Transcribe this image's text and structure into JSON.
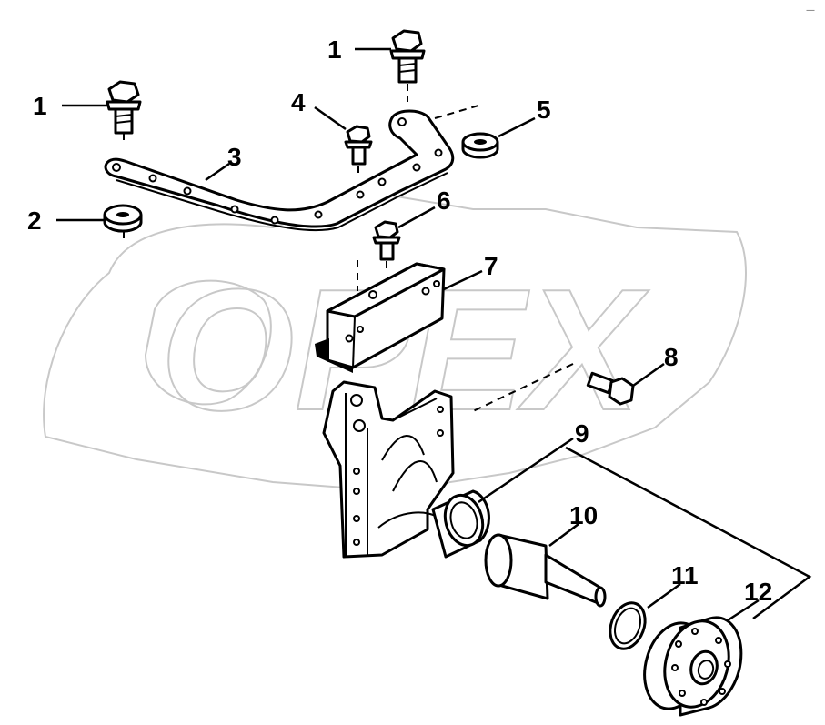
{
  "watermark": {
    "text": "OPEX"
  },
  "corner_mark": "—",
  "callouts": [
    {
      "id": "1a",
      "label": "1",
      "part": "bolt"
    },
    {
      "id": "1b",
      "label": "1",
      "part": "bolt"
    },
    {
      "id": "2",
      "label": "2",
      "part": "spacer"
    },
    {
      "id": "3",
      "label": "3",
      "part": "bracket-plate"
    },
    {
      "id": "4",
      "label": "4",
      "part": "bolt"
    },
    {
      "id": "5",
      "label": "5",
      "part": "spacer"
    },
    {
      "id": "6",
      "label": "6",
      "part": "bolt"
    },
    {
      "id": "7",
      "label": "7",
      "part": "mounting-block"
    },
    {
      "id": "8",
      "label": "8",
      "part": "bolt"
    },
    {
      "id": "9",
      "label": "9",
      "part": "support-housing"
    },
    {
      "id": "10",
      "label": "10",
      "part": "shaft"
    },
    {
      "id": "11",
      "label": "11",
      "part": "retaining-ring"
    },
    {
      "id": "12",
      "label": "12",
      "part": "hub"
    }
  ]
}
